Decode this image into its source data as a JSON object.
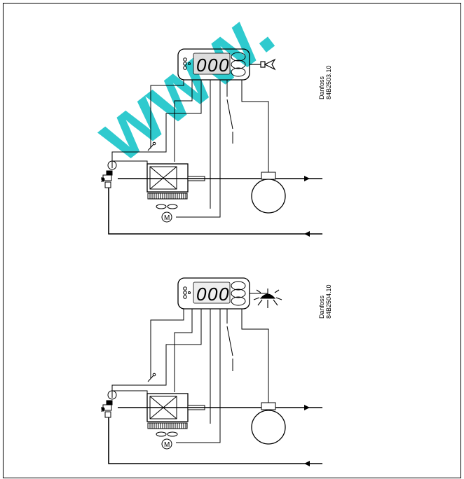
{
  "watermark": {
    "text": "www.",
    "color": "#18c4c9"
  },
  "diagrams": [
    {
      "label_line1": "Danfoss",
      "label_line2": "84B2503.10",
      "controller_display": [
        "0",
        "0",
        "0"
      ],
      "output_device": "horn-icon",
      "motor_label": "M"
    },
    {
      "label_line1": "Danfoss",
      "label_line2": "84B2504.10",
      "controller_display": [
        "0",
        "0",
        "0"
      ],
      "output_device": "lamp-icon",
      "motor_label": "M"
    }
  ]
}
